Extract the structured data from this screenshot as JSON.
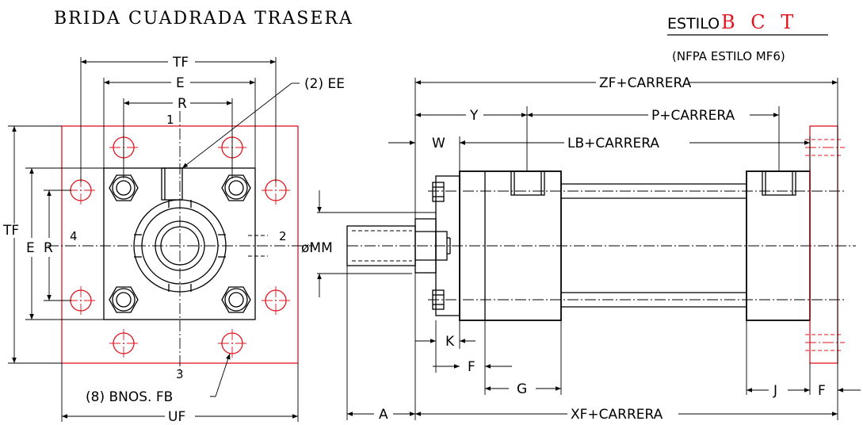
{
  "title": "BRIDA CUADRADA TRASERA",
  "style_prefix": "ESTILO",
  "style_code": "B C T",
  "nfpa_note": "(NFPA ESTILO MF6)",
  "front_view": {
    "dim_tf_top": "TF",
    "dim_e_top": "E",
    "dim_r_top": "R",
    "dim_tf_left": "TF",
    "dim_e_left": "E",
    "dim_r_left": "R",
    "dim_uf": "UF",
    "port_callout": "(2) EE",
    "holes_callout": "(8) BNOS. FB",
    "pos_1": "1",
    "pos_2": "2",
    "pos_3": "3",
    "pos_4": "4"
  },
  "side_view": {
    "dim_zf": "ZF+CARRERA",
    "dim_y": "Y",
    "dim_p": "P+CARRERA",
    "dim_w": "W",
    "dim_lb": "LB+CARRERA",
    "dim_mm": "øMM",
    "dim_k": "K",
    "dim_f_front": "F",
    "dim_g": "G",
    "dim_j": "J",
    "dim_f_rear": "F",
    "dim_a": "A",
    "dim_xf": "XF+CARRERA"
  },
  "colors": {
    "line": "#000000",
    "flange": "#e0141e"
  }
}
